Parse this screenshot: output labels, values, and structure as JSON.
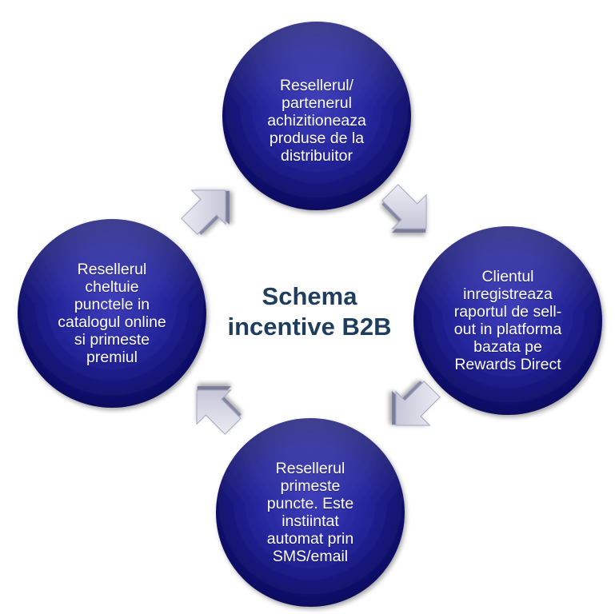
{
  "diagram": {
    "title_line1": "Schema",
    "title_line2": "incentive B2B",
    "colors": {
      "circle_inner": "#3a3ab4",
      "circle_outer": "#0a0a5a",
      "arrow_light": "#e8e9f2",
      "arrow_dark": "#8d90aa",
      "title": "#1f3d5c"
    },
    "nodes": [
      {
        "id": "top",
        "text": "Resellerul/\npartenerul\nachizitioneaza\nproduse de la\ndistribuitor"
      },
      {
        "id": "right",
        "text": "Clientul\ninregistreaza\nraportul de sell-\nout in platforma\nbazata pe\nRewards Direct"
      },
      {
        "id": "bottom",
        "text": "Resellerul\nprimeste\npuncte. Este\ninstiintat\nautomat prin\nSMS/email"
      },
      {
        "id": "left",
        "text": "Resellerul\ncheltuie\npunctele in\ncatalogul online\nsi primeste\npremiul"
      }
    ]
  }
}
